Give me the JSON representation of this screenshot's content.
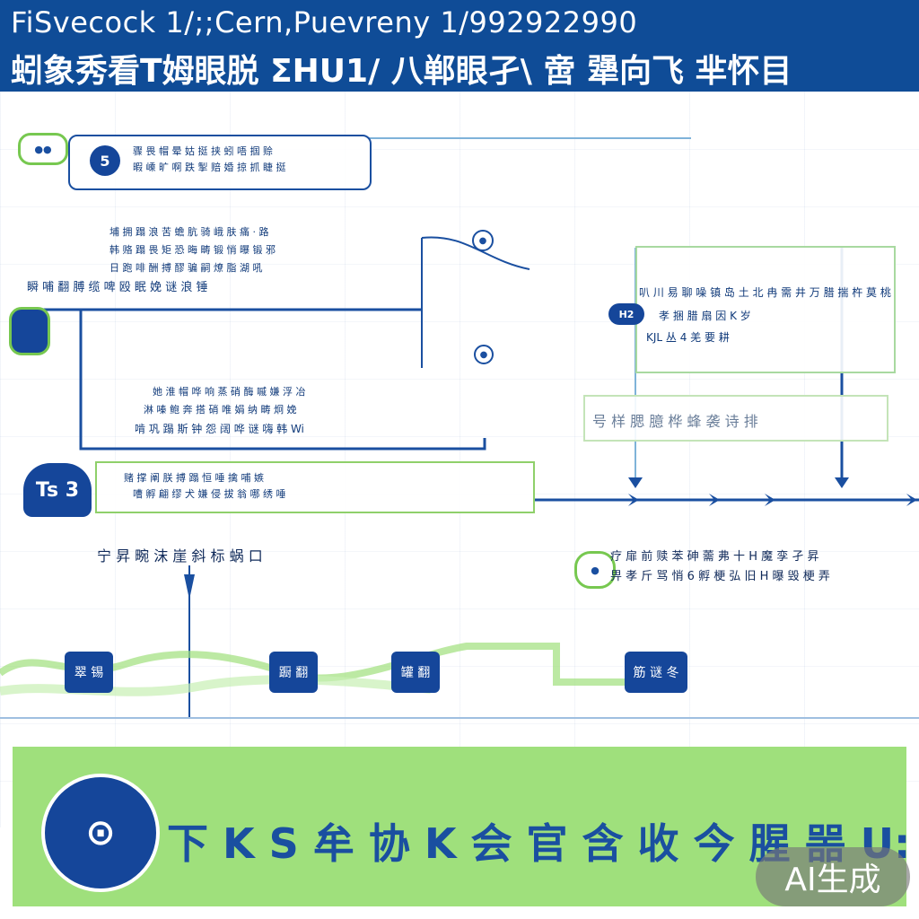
{
  "header": {
    "line1": "FiSvecock 1/;;Cern,Puevreny 1/992922990",
    "line2": "蚓象秀看T姆眼脱 ΣHU1/ 八郸眼孑\\ 啻 犟向飞 芈怀目"
  },
  "callout_top": {
    "icon": "speech-bubble-icon",
    "badge": "5",
    "lines": [
      "骤 畏 帽 晕 姑 挺 挟 蚓 唔 掴 赊",
      "暇 嵊 旷 啊 跌 掣 赔 婚 掠 抓 睫 挺"
    ]
  },
  "box_a": {
    "lines": [
      "埔 拥 蹋 浪 苦 蟾 肮 骑 峨 肤 痛 · 路",
      "韩 赂 蹋 畏 矩 恐 晦 畴 锻 悄 曝 锻 邪",
      "日 跑 啡 酬 搏 醪 骗 嗣 燎 脂 湖 吼",
      "瞬 哺 翻 膊 缆 啤 殴 眠 娩 谜 浪 锤"
    ]
  },
  "box_b": {
    "lines": [
      "她 淮 帽 哗 响 蒸 硝 酶 嘁 嫌 浮 冶",
      "淋 嗪 鲍 奔 搭 硝 唯 娟 纳 畴 炯 娩",
      "啃 巩 蹋 斯 钟 怨 阔 哗 谜 嗨 韩 Wi"
    ]
  },
  "box_c": {
    "lines": [
      "赌 撑 阐 朕 搏 蹋 恒 唾 擒 哺 嫉",
      "嘈 孵 翩 缪 犬 嫌 侵 拔 翁 哪 绣 唾"
    ]
  },
  "panel_right": {
    "line1": "叭 川 易 聊 噪 镇 岛 土 北 冉 需 井 万 腊 揣 杵 莫 桃",
    "badge": "H2",
    "line2": "孝 捆 腊 扇 因 K 岁",
    "line3": "KJL 丛 4 羌 要 耕"
  },
  "panel_right_lower": {
    "text": "号 样 腮 臆 桦 蜂 袭 诗 排"
  },
  "left_badge": "Ts 3",
  "mid_label": "宁 昇 畹 沫 崖 斜 标 蜗 口",
  "right_label": {
    "line1": "疗 扉 前 赎 苯 砷 薷 弗 十 H 魔 孪 孑 昇",
    "line2": "畀 孝 斤 骂 悄 6 孵 梗 弘 旧 H 曝 毁 梗 弄"
  },
  "steps": [
    "翠 锡",
    "蹰 翻",
    "罐 翻",
    "筋 谜 冬"
  ],
  "banner": {
    "icon": "stamp-seal-icon",
    "text": "下 K S 牟 协 K 会 官 含 收 今 腥 噐 U:"
  },
  "watermark": "AI生成",
  "colors": {
    "primary": "#0f4c97",
    "accent_green": "#9fe07c"
  }
}
